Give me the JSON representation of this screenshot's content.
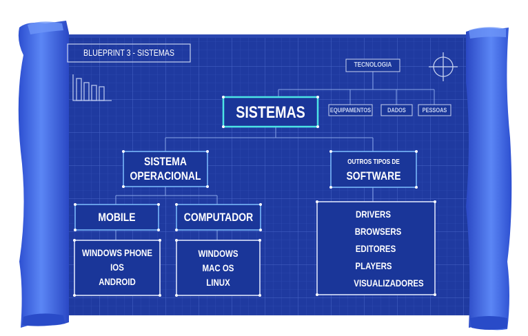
{
  "header": {
    "title": "BLUEPRINT 3 - SISTEMAS"
  },
  "root": {
    "label": "SISTEMAS"
  },
  "tecnologia": {
    "label": "TECNOLOGIA",
    "children": [
      "EQUIPAMENTOS",
      "DADOS",
      "PESSOAS"
    ]
  },
  "sistema_operacional": {
    "line1": "SISTEMA",
    "line2": "OPERACIONAL",
    "mobile": {
      "label": "MOBILE",
      "items": [
        "WINDOWS PHONE",
        "IOS",
        "ANDROID"
      ]
    },
    "computador": {
      "label": "COMPUTADOR",
      "items": [
        "WINDOWS",
        "MAC OS",
        "LINUX"
      ]
    }
  },
  "software": {
    "line1": "OUTROS TIPOS DE",
    "line2": "SOFTWARE",
    "items": [
      "DRIVERS",
      "BROWSERS",
      "EDITORES",
      "PLAYERS",
      "VISUALIZADORES"
    ]
  },
  "colors": {
    "blueprint": "#1f3aa0",
    "grid": "#3a55bb",
    "scroll": "#3f66e6",
    "node_fill": "#1a3699",
    "node_border": "#7fc0ff",
    "root_border": "#4ce6e6"
  }
}
